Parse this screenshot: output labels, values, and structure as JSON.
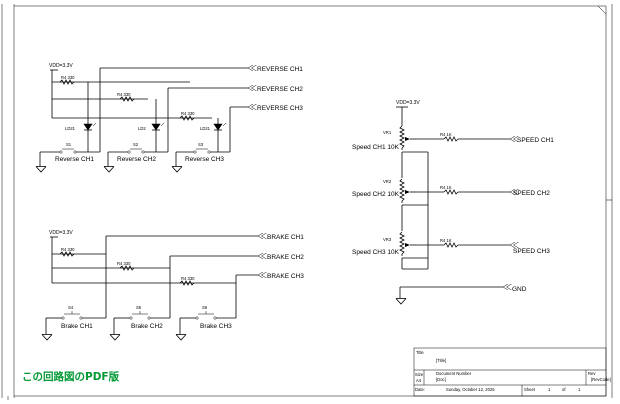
{
  "reverse": {
    "vdd": "VDD=3.3V",
    "resistors": [
      "R4  330",
      "R4  330",
      "R4  330"
    ],
    "leds": [
      "LD21",
      "LD2",
      "LD21"
    ],
    "switches": [
      "S1",
      "S2",
      "S3"
    ],
    "labels": [
      "Reverse CH1",
      "Reverse CH2",
      "Reverse CH3"
    ],
    "ports": [
      "REVERSE CH1",
      "REVERSE CH2",
      "REVERSE CH3"
    ]
  },
  "brake": {
    "vdd": "VDD=3.3V",
    "resistors": [
      "R4  330",
      "R4  330",
      "R4  330"
    ],
    "switches": [
      "S4",
      "S5",
      "S6"
    ],
    "labels": [
      "Brake CH1",
      "Brake CH2",
      "Brake CH3"
    ],
    "ports": [
      "BRAKE CH1",
      "BRAKE CH2",
      "BRAKE CH3"
    ]
  },
  "speed": {
    "vdd": "VDD=3.3V",
    "pots": [
      "VR1",
      "VR2",
      "VR3"
    ],
    "labels": [
      "Speed CH1 10K",
      "Speed CH2 10K",
      "Speed CH3 10K"
    ],
    "resistors": [
      "R4  1K",
      "R4  1K",
      "R4  1K"
    ],
    "ports": [
      "SPEED CH1",
      "SPEED CH2",
      "SPEED CH3"
    ]
  },
  "gnd_port": "GND",
  "caption": "この回路図のPDF版",
  "title_block": {
    "title_label": "Title",
    "title_value": "[Title]",
    "size_label": "Size",
    "size_value": "A4",
    "doc_label": "Document Number",
    "doc_value": "[Doc]",
    "rev_label": "Rev",
    "rev_value": "[RevCode]",
    "date_label": "Date:",
    "date_value": "Sunday, October 12, 2025",
    "sheet_label": "Sheet",
    "sheet_value": "1",
    "of_label": "of",
    "of_value": "1"
  }
}
